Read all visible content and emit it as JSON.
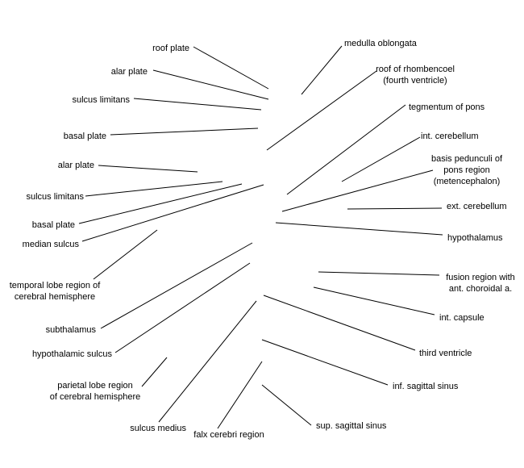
{
  "labels": {
    "left": [
      {
        "id": "roof-plate",
        "lines": [
          "roof plate"
        ]
      },
      {
        "id": "alar-plate-1",
        "lines": [
          "alar plate"
        ]
      },
      {
        "id": "sulcus-limitans-1",
        "lines": [
          "sulcus limitans"
        ]
      },
      {
        "id": "basal-plate-1",
        "lines": [
          "basal plate"
        ]
      },
      {
        "id": "alar-plate-2",
        "lines": [
          "alar plate"
        ]
      },
      {
        "id": "sulcus-limitans-2",
        "lines": [
          "sulcus limitans"
        ]
      },
      {
        "id": "basal-plate-2",
        "lines": [
          "basal plate"
        ]
      },
      {
        "id": "median-sulcus",
        "lines": [
          "median sulcus"
        ]
      },
      {
        "id": "temporal-lobe-region",
        "lines": [
          "temporal lobe region of",
          "cerebral hemisphere"
        ]
      },
      {
        "id": "subthalamus",
        "lines": [
          "subthalamus"
        ]
      },
      {
        "id": "hypothalamic-sulcus",
        "lines": [
          "hypothalamic sulcus"
        ]
      },
      {
        "id": "parietal-lobe-region",
        "lines": [
          "parietal lobe region",
          "of cerebral hemisphere"
        ]
      },
      {
        "id": "sulcus-medius",
        "lines": [
          "sulcus medius"
        ]
      },
      {
        "id": "falx-cerebri-region",
        "lines": [
          "falx cerebri region"
        ]
      }
    ],
    "right": [
      {
        "id": "medulla-oblongata",
        "lines": [
          "medulla oblongata"
        ]
      },
      {
        "id": "roof-of-rhombencoel",
        "lines": [
          "roof of rhombencoel",
          "(fourth ventricle)"
        ]
      },
      {
        "id": "tegmentum-of-pons",
        "lines": [
          "tegmentum of pons"
        ]
      },
      {
        "id": "int-cerebellum",
        "lines": [
          "int. cerebellum"
        ]
      },
      {
        "id": "basis-pedunculi",
        "lines": [
          "basis pedunculi of",
          "pons region",
          "(metencephalon)"
        ]
      },
      {
        "id": "ext-cerebellum",
        "lines": [
          "ext. cerebellum"
        ]
      },
      {
        "id": "hypothalamus",
        "lines": [
          "hypothalamus"
        ]
      },
      {
        "id": "fusion-region",
        "lines": [
          "fusion region with",
          "ant. choroidal a."
        ]
      },
      {
        "id": "int-capsule",
        "lines": [
          "int. capsule"
        ]
      },
      {
        "id": "third-ventricle",
        "lines": [
          "third ventricle"
        ]
      },
      {
        "id": "inf-sagittal-sinus",
        "lines": [
          "inf. sagittal sinus"
        ]
      },
      {
        "id": "sup-sagittal-sinus",
        "lines": [
          "sup. sagittal sinus"
        ]
      }
    ]
  }
}
